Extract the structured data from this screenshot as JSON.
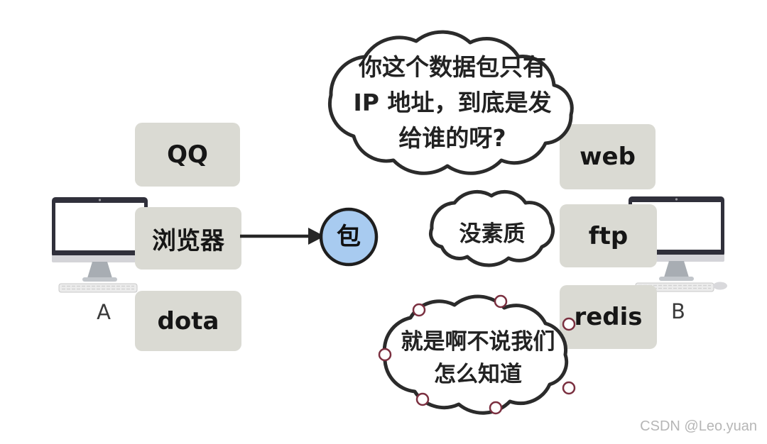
{
  "diagram": {
    "host_a": {
      "label": "A",
      "apps": [
        {
          "label": "QQ"
        },
        {
          "label": "浏览器"
        },
        {
          "label": "dota"
        }
      ]
    },
    "host_b": {
      "label": "B",
      "services": [
        {
          "label": "web"
        },
        {
          "label": "ftp"
        },
        {
          "label": "redis"
        }
      ]
    },
    "packet": {
      "label": "包"
    },
    "speech_bubbles": [
      {
        "id": "question-bubble",
        "lines": [
          "你这个数据包只有",
          "IP 地址，到底是发",
          "给谁的呀?"
        ]
      },
      {
        "id": "insult-bubble",
        "lines": [
          "没素质"
        ]
      },
      {
        "id": "agree-bubble",
        "lines": [
          "就是啊不说我们",
          "怎么知道"
        ],
        "selected": true
      }
    ]
  },
  "watermark": {
    "text": "CSDN @Leo.yuan"
  },
  "colors": {
    "box_fill": "#dadad3",
    "packet_fill": "#a8cbf0",
    "outline": "#2b2b2b",
    "selection_handle": "#7b3040",
    "monitor_frame": "#30303b",
    "watermark_text": "#b6b6b6"
  }
}
